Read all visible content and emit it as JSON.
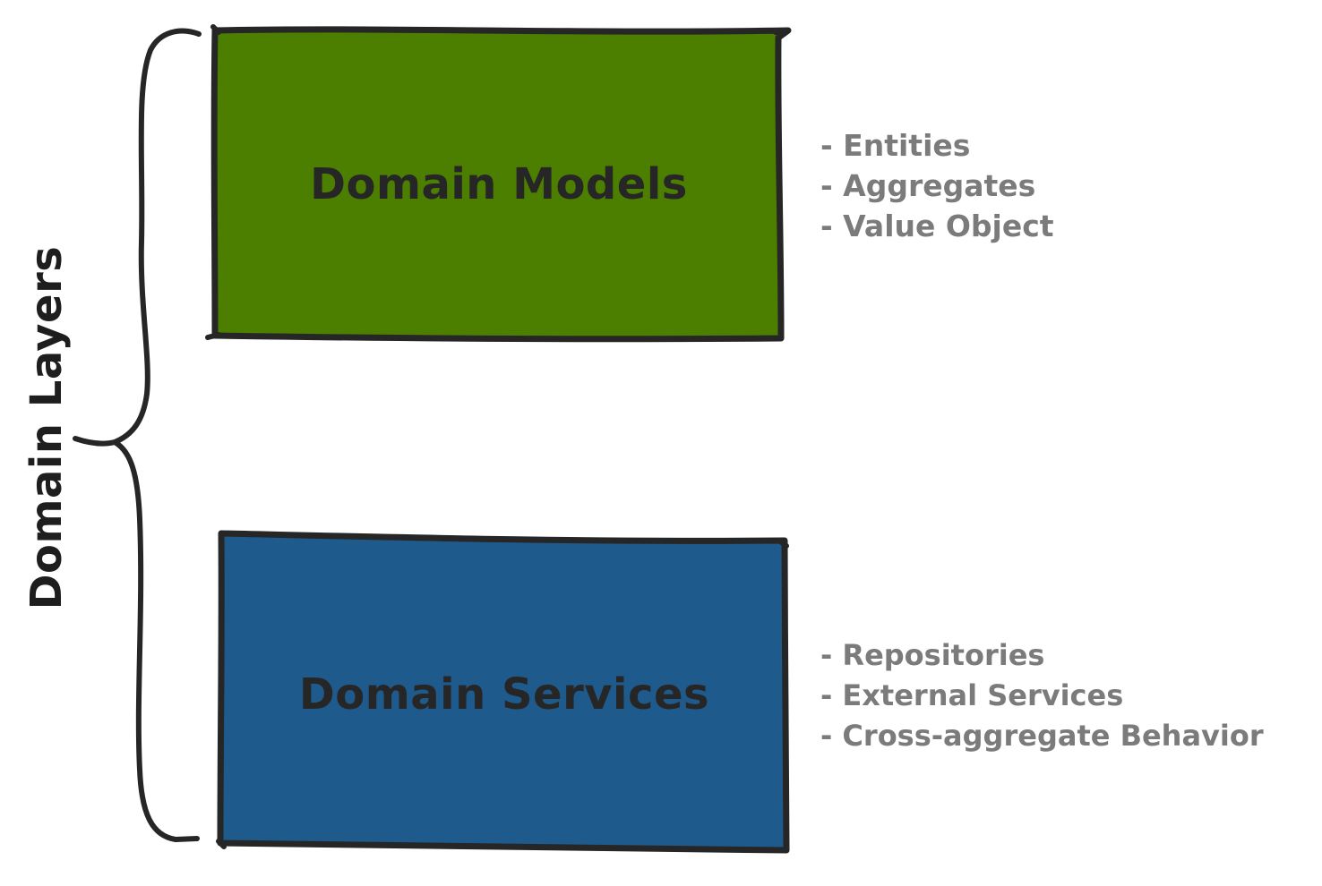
{
  "diagram": {
    "group_label": "Domain Layers",
    "boxes": [
      {
        "title": "Domain Models",
        "fill": "#4c7e00",
        "items": [
          "- Entities",
          "- Aggregates",
          "- Value Object"
        ]
      },
      {
        "title": "Domain Services",
        "fill": "#1f5a8c",
        "items": [
          "- Repositories",
          "- External Services",
          "- Cross-aggregate Behavior"
        ]
      }
    ],
    "colors": {
      "stroke": "#262626",
      "title_text": "#262626",
      "item_text": "#7b7b7b",
      "label_text": "#1e1e1e",
      "background": "#ffffff"
    }
  }
}
